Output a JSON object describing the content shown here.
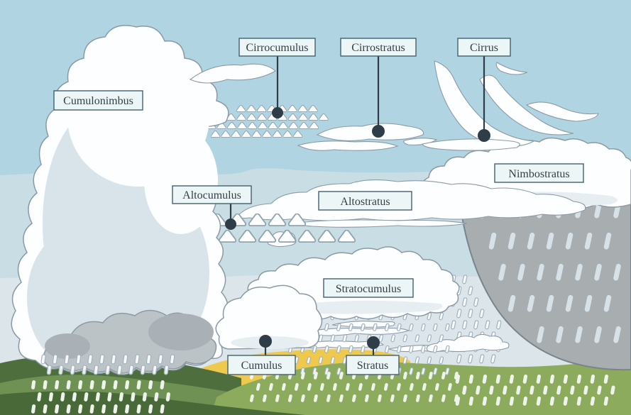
{
  "diagram": {
    "labels": {
      "cumulonimbus": "Cumulonimbus",
      "cirrocumulus": "Cirrocumulus",
      "cirrostratus": "Cirrostratus",
      "cirrus": "Cirrus",
      "nimbostratus": "Nimbostratus",
      "altocumulus": "Altocumulus",
      "altostratus": "Altostratus",
      "stratocumulus": "Stratocumulus",
      "cumulus": "Cumulus",
      "stratus": "Stratus"
    },
    "colors": {
      "sky_top": "#b1d4e2",
      "sky_mid": "#c9dde5",
      "sky_low": "#dce5ea",
      "label_fill": "#edf6f6",
      "label_border": "#44606e",
      "label_text": "#333f47",
      "leader": "#2e3d47",
      "cloud_fill": "#fdfeff",
      "cloud_outline": "#8b9aa5",
      "cloud_shade": "#d9e4ea",
      "cloud_shade_light": "#e7eef2",
      "storm_gray": "#bcc3c7",
      "storm_gray_dark": "#aab1b6",
      "rain_shaft": "#a8adb0",
      "rain_shaft_edge": "#79858d",
      "rain_streak": "#d6e2e8",
      "rain_hollow_stroke": "#9fb3bf",
      "rain_white": "#eef4ec",
      "hill_dark": "#4e6e3d",
      "hill_mid": "#6f9254",
      "hill_light": "#8cab5c",
      "hill_fg": "#4a6939",
      "field_yellow": "#eec94e"
    }
  }
}
